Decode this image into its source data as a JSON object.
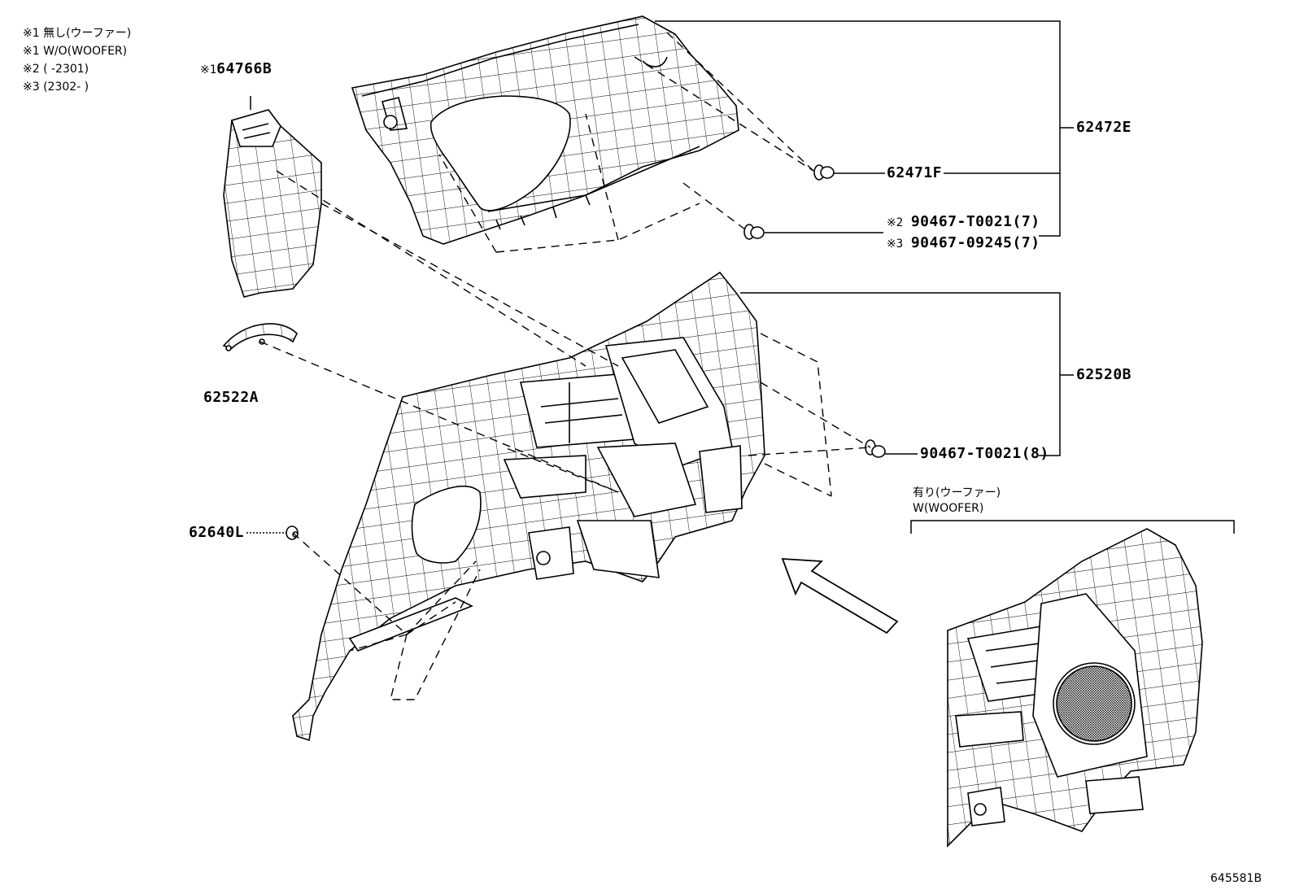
{
  "notes": [
    "※1 無し(ウーファー)",
    "※1 W/O(WOOFER)",
    "※2 (      -2301)",
    "※3 (2302-      )"
  ],
  "parts": {
    "p64766B": {
      "mark": "※1",
      "number": "64766B"
    },
    "p62522A": {
      "number": "62522A"
    },
    "p62640L": {
      "number": "62640L"
    },
    "p62472E": {
      "number": "62472E"
    },
    "p62471F": {
      "number": "62471F"
    },
    "p90467_2": {
      "mark": "※2",
      "number": "90467-T0021(7)"
    },
    "p90467_3": {
      "mark": "※3",
      "number": "90467-09245(7)"
    },
    "p62520B": {
      "number": "62520B"
    },
    "p90467_8": {
      "number": "90467-T0021(8)"
    }
  },
  "woofer_variant": {
    "label_ja": "有り(ウーファー)",
    "label_en": "W(WOOFER)"
  },
  "diagram_id": "645581B"
}
